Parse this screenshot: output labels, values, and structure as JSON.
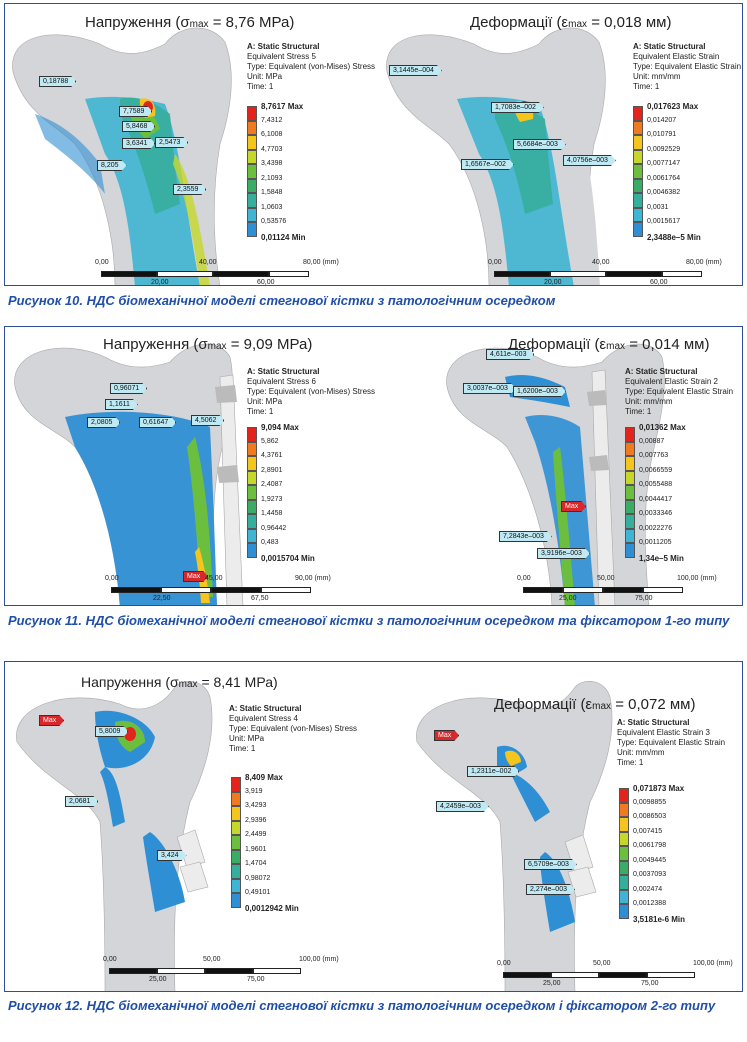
{
  "figures": [
    {
      "id": "fig10",
      "caption": "Рисунок 10. НДС біомеханічної моделі стегнової кістки з патологічним осередком",
      "panels": [
        {
          "title": {
            "prefix": "Напруження (σ",
            "sub": "max",
            "suffix": " = 8,76 МРа)"
          },
          "header": [
            "A: Static Structural",
            "Equivalent Stress 5",
            "Type: Equivalent (von-Mises) Stress",
            "Unit: MPa",
            "Time: 1"
          ],
          "legend": [
            "8,7617 Max",
            "7,4312",
            "6,1008",
            "4,7703",
            "3,4398",
            "2,1093",
            "1,5848",
            "1,0603",
            "0,53576",
            "0,01124 Min"
          ],
          "probes": [
            "0,18788",
            "7,7589",
            "5,8468",
            "3,6341",
            "2,5473",
            "8,205",
            "2,3559"
          ],
          "scale": {
            "top": [
              "0,00",
              "40,00",
              "80,00 (mm)"
            ],
            "bottom": [
              "20,00",
              "60,00"
            ]
          }
        },
        {
          "title": {
            "prefix": "Деформації (ε",
            "sub": "max",
            "suffix": " = 0,018 мм)"
          },
          "header": [
            "A: Static Structural",
            "Equivalent Elastic Strain",
            "Type: Equivalent Elastic Strain",
            "Unit: mm/mm",
            "Time: 1"
          ],
          "legend": [
            "0,017623 Max",
            "0,014207",
            "0,010791",
            "0,0092529",
            "0,0077147",
            "0,0061764",
            "0,0046382",
            "0,0031",
            "0,0015617",
            "2,3488e–5 Min"
          ],
          "probes": [
            "3,1445e–004",
            "1,7083e–002",
            "5,6684e–003",
            "4,0756e–003",
            "1,6567e–002"
          ],
          "scale": {
            "top": [
              "0,00",
              "40,00",
              "80,00 (mm)"
            ],
            "bottom": [
              "20,00",
              "60,00"
            ]
          }
        }
      ]
    },
    {
      "id": "fig11",
      "caption": "Рисунок 11. НДС біомеханічної моделі стегнової кістки з патологічним осередком та фіксатором 1-го типу",
      "panels": [
        {
          "title": {
            "prefix": "Напруження (σ",
            "sub": "max",
            "suffix": " = 9,09 МРа)"
          },
          "header": [
            "A: Static Structural",
            "Equivalent Stress 6",
            "Type: Equivalent (von-Mises) Stress",
            "Unit: MPa",
            "Time: 1"
          ],
          "legend": [
            "9,094 Max",
            "5,862",
            "4,3761",
            "2,8901",
            "2,4087",
            "1,9273",
            "1,4458",
            "0,96442",
            "0,483",
            "0,0015704 Min"
          ],
          "probes": [
            "0,96071",
            "1,1611",
            "2,0805",
            "0,61647",
            "4,5062",
            "Max"
          ],
          "scale": {
            "top": [
              "0,00",
              "45,00",
              "90,00 (mm)"
            ],
            "bottom": [
              "22,50",
              "67,50"
            ]
          }
        },
        {
          "title": {
            "prefix": "Деформації (ε",
            "sub": "max",
            "suffix": " = 0,014 мм)"
          },
          "header": [
            "A: Static Structural",
            "Equivalent Elastic Strain 2",
            "Type: Equivalent Elastic Strain",
            "Unit: mm/mm",
            "Time: 1"
          ],
          "legend": [
            "0,01362 Max",
            "0,00887",
            "0,007763",
            "0,0066559",
            "0,0055488",
            "0,0044417",
            "0,0033346",
            "0,0022276",
            "0,0011205",
            "1,34e–5 Min"
          ],
          "probes": [
            "4,611e–003",
            "3,0037e–003",
            "1,6200e–003",
            "Max",
            "7,2843e–003",
            "3,9196e–003"
          ],
          "scale": {
            "top": [
              "0,00",
              "50,00",
              "100,00 (mm)"
            ],
            "bottom": [
              "25,00",
              "75,00"
            ]
          }
        }
      ]
    },
    {
      "id": "fig12",
      "caption": "Рисунок 12. НДС біомеханічної моделі стегнової кістки з патологічним осередком і фіксатором 2-го типу",
      "panels": [
        {
          "title": {
            "prefix": "Напруження (σ",
            "sub": "max",
            "suffix": " = 8,41 МРа)"
          },
          "header": [
            "A: Static Structural",
            "Equivalent Stress 4",
            "Type: Equivalent (von-Mises) Stress",
            "Unit: MPa",
            "Time: 1"
          ],
          "legend": [
            "8,409 Max",
            "3,919",
            "3,4293",
            "2,9396",
            "2,4499",
            "1,9601",
            "1,4704",
            "0,98072",
            "0,49101",
            "0,0012942 Min"
          ],
          "probes": [
            "Max",
            "5,8009",
            "2,0681",
            "3,424"
          ],
          "scale": {
            "top": [
              "0,00",
              "50,00",
              "100,00 (mm)"
            ],
            "bottom": [
              "25,00",
              "75,00"
            ]
          }
        },
        {
          "title": {
            "prefix": "Деформації (ε",
            "sub": "max",
            "suffix": " = 0,072 мм)"
          },
          "header": [
            "A: Static Structural",
            "Equivalent Elastic Strain 3",
            "Type: Equivalent Elastic Strain",
            "Unit: mm/mm",
            "Time: 1"
          ],
          "legend": [
            "0,071873 Max",
            "0,0098855",
            "0,0086503",
            "0,007415",
            "0,0061798",
            "0,0049445",
            "0,0037093",
            "0,002474",
            "0,0012388",
            "3,5181e-6 Min"
          ],
          "probes": [
            "Max",
            "1,2311e–002",
            "4,2459e–003",
            "6,5709e–003",
            "2,274e–003"
          ],
          "scale": {
            "top": [
              "0,00",
              "50,00",
              "100,00 (mm)"
            ],
            "bottom": [
              "25,00",
              "75,00"
            ]
          }
        }
      ]
    }
  ],
  "legend_colors": [
    "#e3241c",
    "#f07a1f",
    "#f3c51d",
    "#c5d72a",
    "#6cbf3e",
    "#3bab66",
    "#36ae9c",
    "#3fb5d3",
    "#2f8fd4",
    "#ffffff"
  ],
  "colors": {
    "accent": "#2b4f9e",
    "caption": "#1f4fa6",
    "bone": "#d4d5d8",
    "probe": "#bfe9f3",
    "max_probe": "#d9282b"
  }
}
